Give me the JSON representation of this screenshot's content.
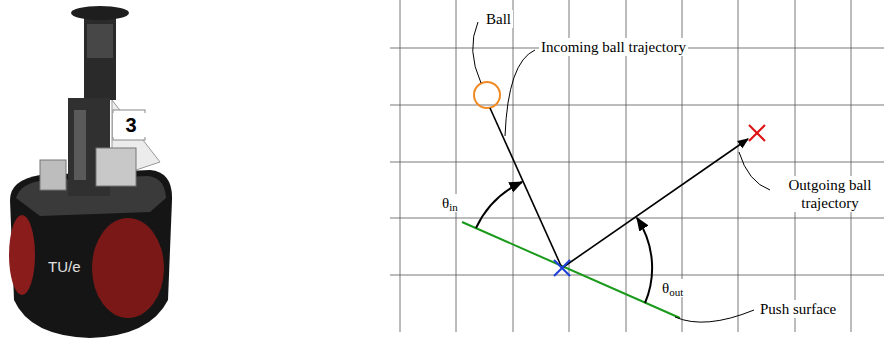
{
  "diagram": {
    "labels": [
      "3",
      "TU/e",
      "Ball",
      "Incoming ball trajectory",
      "θin",
      "θout",
      "Outgoing ball trajectory",
      "Push surface"
    ]
  }
}
